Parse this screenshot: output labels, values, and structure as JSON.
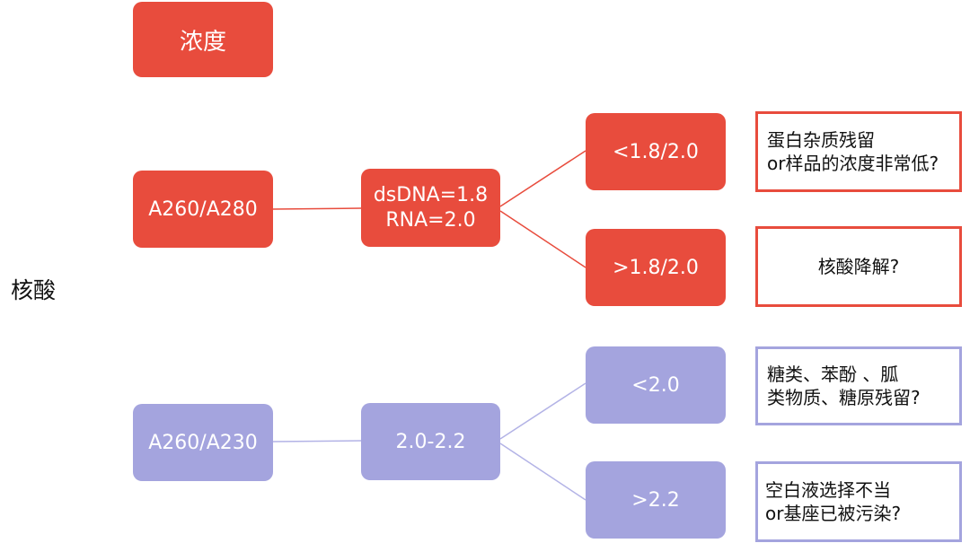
{
  "side_label": "核酸",
  "colors": {
    "red": "#e84c3d",
    "lavender": "#a4a4de",
    "line_red": "#e84c3d",
    "line_blue": "#b3b3e6"
  },
  "nodes": {
    "concentration": "浓度",
    "a260_280": "A260/A280",
    "ratio_red": "dsDNA=1.8\n  RNA=2.0",
    "lt_18": "<1.8/2.0",
    "gt_18": ">1.8/2.0",
    "a260_230": "A260/A230",
    "range_blue": "2.0-2.2",
    "lt_20": "<2.0",
    "gt_22": ">2.2"
  },
  "notes": {
    "protein_residue": "蛋白杂质残留\n or样品的浓度非常低?",
    "degradation": "核酸降解?",
    "sugar_residue": "  糖类、苯酚 、胍\n类物质、糖原残留?",
    "blank_contamination": "   空白液选择不当\nor基座已被污染?"
  }
}
